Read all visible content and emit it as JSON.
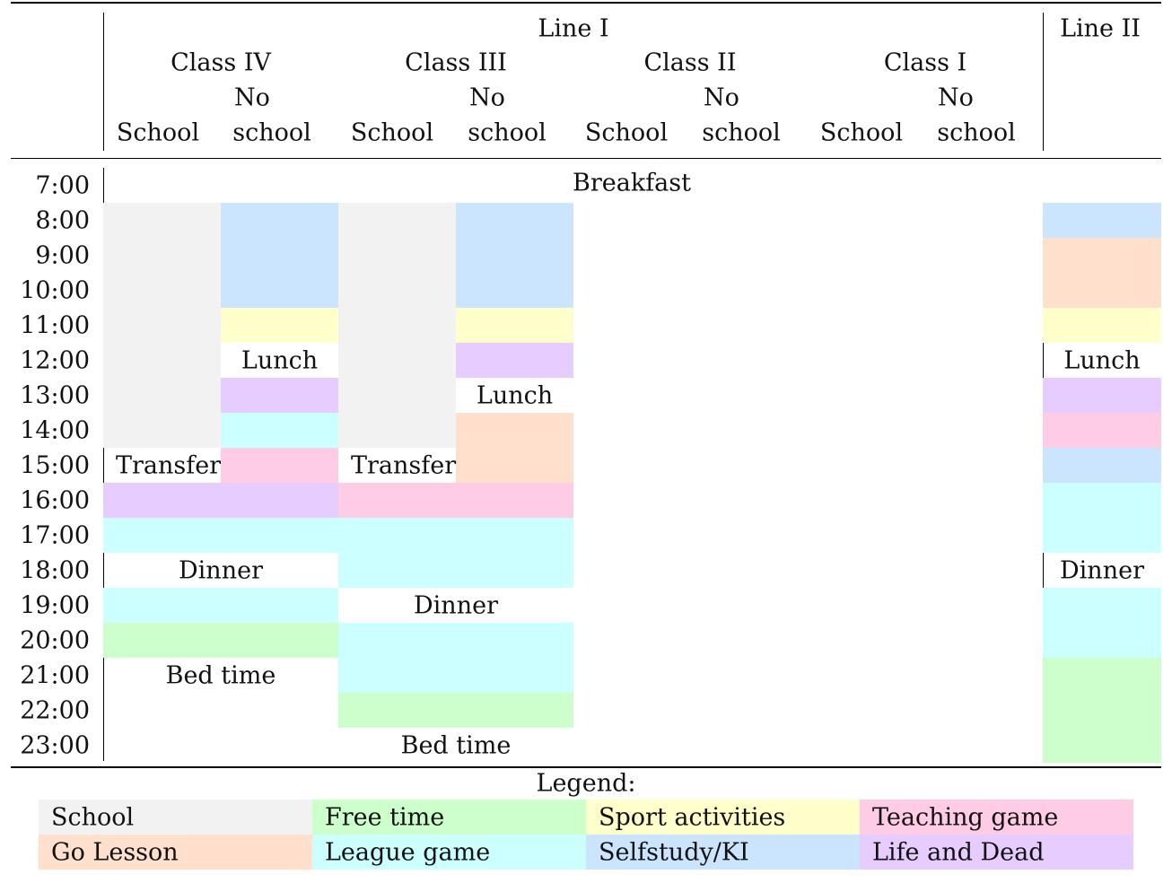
{
  "header": {
    "line1": "Line I",
    "line2": "Line II",
    "classes": [
      "Class IV",
      "Class III",
      "Class II",
      "Class I"
    ],
    "sub_no": "No",
    "sub_school": "School",
    "sub_noschool": "school"
  },
  "times": [
    "7:00",
    "8:00",
    "9:00",
    "10:00",
    "11:00",
    "12:00",
    "13:00",
    "14:00",
    "15:00",
    "16:00",
    "17:00",
    "18:00",
    "19:00",
    "20:00",
    "21:00",
    "22:00",
    "23:00"
  ],
  "labels": {
    "breakfast": "Breakfast",
    "lunch": "Lunch",
    "transfer": "Transfer",
    "dinner": "Dinner",
    "bedtime": "Bed time"
  },
  "colors": {
    "school": "#f2f2f2",
    "free": "#ccffcc",
    "sport": "#ffffcc",
    "teaching": "#ffcce6",
    "go": "#ffe0cc",
    "league": "#ccffff",
    "selfstudy": "#cce5ff",
    "life": "#e6ccff"
  },
  "schedule": {
    "lineI": [
      {
        "cols": [
          0
        ],
        "start": 1,
        "end": 8,
        "act": "school"
      },
      {
        "cols": [
          1
        ],
        "start": 1,
        "end": 4,
        "act": "selfstudy"
      },
      {
        "cols": [
          1
        ],
        "start": 4,
        "end": 5,
        "act": "sport"
      },
      {
        "cols": [
          1
        ],
        "start": 5,
        "end": 6,
        "label": "lunch"
      },
      {
        "cols": [
          1
        ],
        "start": 6,
        "end": 7,
        "act": "life"
      },
      {
        "cols": [
          1
        ],
        "start": 7,
        "end": 8,
        "act": "league"
      },
      {
        "cols": [
          0
        ],
        "start": 8,
        "end": 9,
        "label": "transfer",
        "align": "left"
      },
      {
        "cols": [
          1
        ],
        "start": 8,
        "end": 9,
        "act": "teaching"
      },
      {
        "cols": [
          0,
          1
        ],
        "start": 9,
        "end": 10,
        "act": "life"
      },
      {
        "cols": [
          0,
          1
        ],
        "start": 10,
        "end": 11,
        "act": "league"
      },
      {
        "cols": [
          0,
          1
        ],
        "start": 11,
        "end": 12,
        "label": "dinner"
      },
      {
        "cols": [
          0,
          1
        ],
        "start": 12,
        "end": 13,
        "act": "league"
      },
      {
        "cols": [
          0,
          1
        ],
        "start": 13,
        "end": 14,
        "act": "free"
      },
      {
        "cols": [
          0,
          1
        ],
        "start": 14,
        "end": 15,
        "label": "bedtime"
      },
      {
        "cols": [
          2
        ],
        "start": 1,
        "end": 8,
        "act": "school"
      },
      {
        "cols": [
          3
        ],
        "start": 1,
        "end": 4,
        "act": "selfstudy"
      },
      {
        "cols": [
          3
        ],
        "start": 4,
        "end": 5,
        "act": "sport"
      },
      {
        "cols": [
          3
        ],
        "start": 5,
        "end": 6,
        "act": "life"
      },
      {
        "cols": [
          3
        ],
        "start": 6,
        "end": 7,
        "label": "lunch"
      },
      {
        "cols": [
          3
        ],
        "start": 7,
        "end": 9,
        "act": "go"
      },
      {
        "cols": [
          2
        ],
        "start": 8,
        "end": 9,
        "label": "transfer",
        "align": "left"
      },
      {
        "cols": [
          2,
          3
        ],
        "start": 9,
        "end": 10,
        "act": "teaching"
      },
      {
        "cols": [
          2,
          3
        ],
        "start": 10,
        "end": 12,
        "act": "league"
      },
      {
        "cols": [
          2,
          3
        ],
        "start": 12,
        "end": 13,
        "label": "dinner"
      },
      {
        "cols": [
          2,
          3
        ],
        "start": 13,
        "end": 15,
        "act": "league"
      },
      {
        "cols": [
          2,
          3
        ],
        "start": 15,
        "end": 16,
        "act": "free"
      },
      {
        "cols": [
          2,
          3
        ],
        "start": 16,
        "end": 17,
        "label": "bedtime"
      }
    ],
    "lineII": [
      {
        "start": 1,
        "end": 2,
        "act": "selfstudy"
      },
      {
        "start": 2,
        "end": 4,
        "act": "go"
      },
      {
        "start": 4,
        "end": 5,
        "act": "sport"
      },
      {
        "start": 5,
        "end": 6,
        "label": "lunch"
      },
      {
        "start": 6,
        "end": 7,
        "act": "life"
      },
      {
        "start": 7,
        "end": 8,
        "act": "teaching"
      },
      {
        "start": 8,
        "end": 9,
        "act": "selfstudy"
      },
      {
        "start": 9,
        "end": 11,
        "act": "league"
      },
      {
        "start": 11,
        "end": 12,
        "label": "dinner"
      },
      {
        "start": 12,
        "end": 14,
        "act": "league"
      },
      {
        "start": 14,
        "end": 17,
        "act": "free"
      }
    ]
  },
  "legend": {
    "title": "Legend:",
    "items": [
      {
        "key": "school",
        "label": "School"
      },
      {
        "key": "free",
        "label": "Free time"
      },
      {
        "key": "sport",
        "label": "Sport activities"
      },
      {
        "key": "teaching",
        "label": "Teaching game"
      },
      {
        "key": "go",
        "label": "Go Lesson"
      },
      {
        "key": "league",
        "label": "League game"
      },
      {
        "key": "selfstudy",
        "label": "Selfstudy/KI"
      },
      {
        "key": "life",
        "label": "Life and Dead"
      }
    ]
  }
}
